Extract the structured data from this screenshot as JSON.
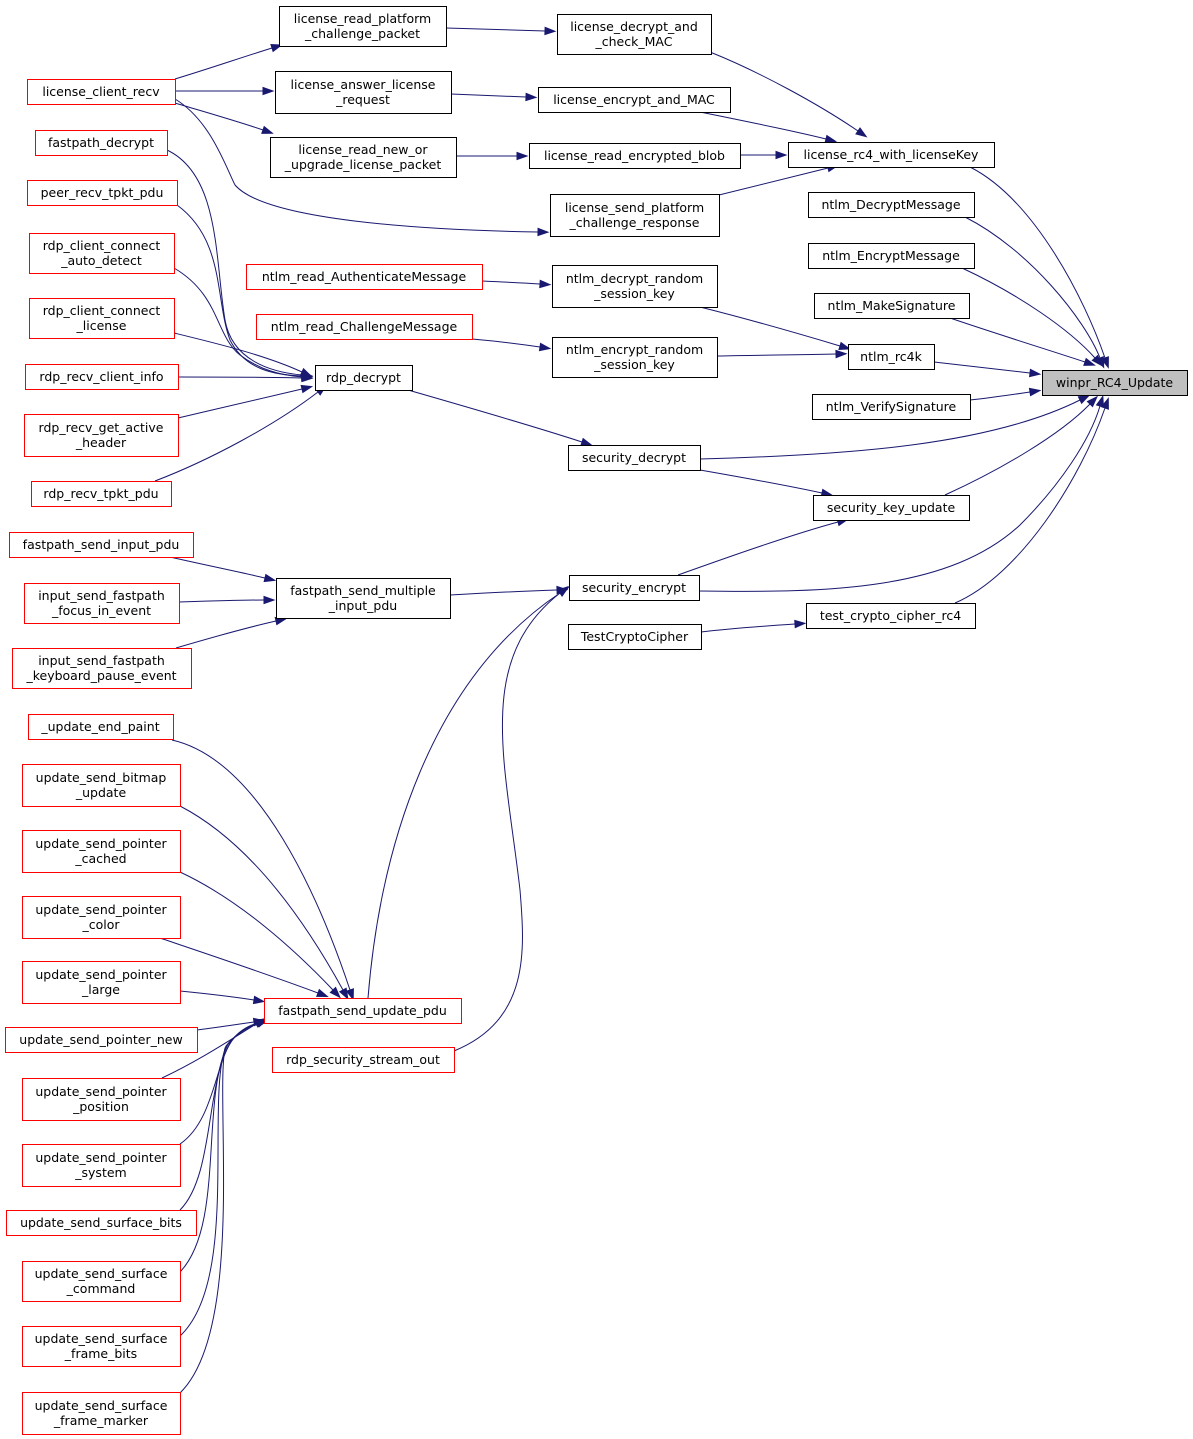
{
  "diagram": {
    "kind": "doxygen-caller-graph",
    "colors": {
      "edge": "#191970",
      "documented_border": "#000000",
      "undocumented_border": "#ff0000",
      "root_fill": "#bfbfbf"
    },
    "nodes": [
      {
        "id": "winpr_RC4_Update",
        "lines": [
          "winpr_RC4_Update"
        ],
        "style": "root"
      },
      {
        "id": "license_rc4_with_licenseKey",
        "lines": [
          "license_rc4_with_licenseKey"
        ],
        "style": "black"
      },
      {
        "id": "license_decrypt_and_check_MAC",
        "lines": [
          "license_decrypt_and",
          "_check_MAC"
        ],
        "style": "black"
      },
      {
        "id": "license_encrypt_and_MAC",
        "lines": [
          "license_encrypt_and_MAC"
        ],
        "style": "black"
      },
      {
        "id": "license_read_encrypted_blob",
        "lines": [
          "license_read_encrypted_blob"
        ],
        "style": "black"
      },
      {
        "id": "license_send_platform_challenge_response",
        "lines": [
          "license_send_platform",
          "_challenge_response"
        ],
        "style": "black"
      },
      {
        "id": "license_read_platform_challenge_packet",
        "lines": [
          "license_read_platform",
          "_challenge_packet"
        ],
        "style": "black"
      },
      {
        "id": "license_answer_license_request",
        "lines": [
          "license_answer_license",
          "_request"
        ],
        "style": "black"
      },
      {
        "id": "license_read_new_or_upgrade_license_packet",
        "lines": [
          "license_read_new_or",
          "_upgrade_license_packet"
        ],
        "style": "black"
      },
      {
        "id": "license_client_recv",
        "lines": [
          "license_client_recv"
        ],
        "style": "red"
      },
      {
        "id": "ntlm_DecryptMessage",
        "lines": [
          "ntlm_DecryptMessage"
        ],
        "style": "black"
      },
      {
        "id": "ntlm_EncryptMessage",
        "lines": [
          "ntlm_EncryptMessage"
        ],
        "style": "black"
      },
      {
        "id": "ntlm_MakeSignature",
        "lines": [
          "ntlm_MakeSignature"
        ],
        "style": "black"
      },
      {
        "id": "ntlm_rc4k",
        "lines": [
          "ntlm_rc4k"
        ],
        "style": "black"
      },
      {
        "id": "ntlm_VerifySignature",
        "lines": [
          "ntlm_VerifySignature"
        ],
        "style": "black"
      },
      {
        "id": "ntlm_decrypt_random_session_key",
        "lines": [
          "ntlm_decrypt_random",
          "_session_key"
        ],
        "style": "black"
      },
      {
        "id": "ntlm_encrypt_random_session_key",
        "lines": [
          "ntlm_encrypt_random",
          "_session_key"
        ],
        "style": "black"
      },
      {
        "id": "ntlm_read_AuthenticateMessage",
        "lines": [
          "ntlm_read_AuthenticateMessage"
        ],
        "style": "red"
      },
      {
        "id": "ntlm_read_ChallengeMessage",
        "lines": [
          "ntlm_read_ChallengeMessage"
        ],
        "style": "red"
      },
      {
        "id": "security_decrypt",
        "lines": [
          "security_decrypt"
        ],
        "style": "black"
      },
      {
        "id": "security_key_update",
        "lines": [
          "security_key_update"
        ],
        "style": "black"
      },
      {
        "id": "security_encrypt",
        "lines": [
          "security_encrypt"
        ],
        "style": "black"
      },
      {
        "id": "test_crypto_cipher_rc4",
        "lines": [
          "test_crypto_cipher_rc4"
        ],
        "style": "black"
      },
      {
        "id": "TestCryptoCipher",
        "lines": [
          "TestCryptoCipher"
        ],
        "style": "black"
      },
      {
        "id": "rdp_decrypt",
        "lines": [
          "rdp_decrypt"
        ],
        "style": "black"
      },
      {
        "id": "fastpath_decrypt",
        "lines": [
          "fastpath_decrypt"
        ],
        "style": "red"
      },
      {
        "id": "peer_recv_tpkt_pdu",
        "lines": [
          "peer_recv_tpkt_pdu"
        ],
        "style": "red"
      },
      {
        "id": "rdp_client_connect_auto_detect",
        "lines": [
          "rdp_client_connect",
          "_auto_detect"
        ],
        "style": "red"
      },
      {
        "id": "rdp_client_connect_license",
        "lines": [
          "rdp_client_connect",
          "_license"
        ],
        "style": "red"
      },
      {
        "id": "rdp_recv_client_info",
        "lines": [
          "rdp_recv_client_info"
        ],
        "style": "red"
      },
      {
        "id": "rdp_recv_get_active_header",
        "lines": [
          "rdp_recv_get_active",
          "_header"
        ],
        "style": "red"
      },
      {
        "id": "rdp_recv_tpkt_pdu",
        "lines": [
          "rdp_recv_tpkt_pdu"
        ],
        "style": "red"
      },
      {
        "id": "fastpath_send_multiple_input_pdu",
        "lines": [
          "fastpath_send_multiple",
          "_input_pdu"
        ],
        "style": "black"
      },
      {
        "id": "fastpath_send_input_pdu",
        "lines": [
          "fastpath_send_input_pdu"
        ],
        "style": "red"
      },
      {
        "id": "input_send_fastpath_focus_in_event",
        "lines": [
          "input_send_fastpath",
          "_focus_in_event"
        ],
        "style": "red"
      },
      {
        "id": "input_send_fastpath_keyboard_pause_event",
        "lines": [
          "input_send_fastpath",
          "_keyboard_pause_event"
        ],
        "style": "red"
      },
      {
        "id": "fastpath_send_update_pdu",
        "lines": [
          "fastpath_send_update_pdu"
        ],
        "style": "red"
      },
      {
        "id": "rdp_security_stream_out",
        "lines": [
          "rdp_security_stream_out"
        ],
        "style": "red"
      },
      {
        "id": "_update_end_paint",
        "lines": [
          "_update_end_paint"
        ],
        "style": "red"
      },
      {
        "id": "update_send_bitmap_update",
        "lines": [
          "update_send_bitmap",
          "_update"
        ],
        "style": "red"
      },
      {
        "id": "update_send_pointer_cached",
        "lines": [
          "update_send_pointer",
          "_cached"
        ],
        "style": "red"
      },
      {
        "id": "update_send_pointer_color",
        "lines": [
          "update_send_pointer",
          "_color"
        ],
        "style": "red"
      },
      {
        "id": "update_send_pointer_large",
        "lines": [
          "update_send_pointer",
          "_large"
        ],
        "style": "red"
      },
      {
        "id": "update_send_pointer_new",
        "lines": [
          "update_send_pointer_new"
        ],
        "style": "red"
      },
      {
        "id": "update_send_pointer_position",
        "lines": [
          "update_send_pointer",
          "_position"
        ],
        "style": "red"
      },
      {
        "id": "update_send_pointer_system",
        "lines": [
          "update_send_pointer",
          "_system"
        ],
        "style": "red"
      },
      {
        "id": "update_send_surface_bits",
        "lines": [
          "update_send_surface_bits"
        ],
        "style": "red"
      },
      {
        "id": "update_send_surface_command",
        "lines": [
          "update_send_surface",
          "_command"
        ],
        "style": "red"
      },
      {
        "id": "update_send_surface_frame_bits",
        "lines": [
          "update_send_surface",
          "_frame_bits"
        ],
        "style": "red"
      },
      {
        "id": "update_send_surface_frame_marker",
        "lines": [
          "update_send_surface",
          "_frame_marker"
        ],
        "style": "red"
      }
    ],
    "edges": [
      {
        "from": "license_rc4_with_licenseKey",
        "to": "winpr_RC4_Update"
      },
      {
        "from": "ntlm_DecryptMessage",
        "to": "winpr_RC4_Update"
      },
      {
        "from": "ntlm_EncryptMessage",
        "to": "winpr_RC4_Update"
      },
      {
        "from": "ntlm_MakeSignature",
        "to": "winpr_RC4_Update"
      },
      {
        "from": "ntlm_rc4k",
        "to": "winpr_RC4_Update"
      },
      {
        "from": "ntlm_VerifySignature",
        "to": "winpr_RC4_Update"
      },
      {
        "from": "security_decrypt",
        "to": "winpr_RC4_Update"
      },
      {
        "from": "security_key_update",
        "to": "winpr_RC4_Update"
      },
      {
        "from": "security_encrypt",
        "to": "winpr_RC4_Update"
      },
      {
        "from": "test_crypto_cipher_rc4",
        "to": "winpr_RC4_Update"
      },
      {
        "from": "license_decrypt_and_check_MAC",
        "to": "license_rc4_with_licenseKey"
      },
      {
        "from": "license_encrypt_and_MAC",
        "to": "license_rc4_with_licenseKey"
      },
      {
        "from": "license_read_encrypted_blob",
        "to": "license_rc4_with_licenseKey"
      },
      {
        "from": "license_send_platform_challenge_response",
        "to": "license_rc4_with_licenseKey"
      },
      {
        "from": "license_read_platform_challenge_packet",
        "to": "license_decrypt_and_check_MAC"
      },
      {
        "from": "license_answer_license_request",
        "to": "license_encrypt_and_MAC"
      },
      {
        "from": "license_read_new_or_upgrade_license_packet",
        "to": "license_read_encrypted_blob"
      },
      {
        "from": "license_client_recv",
        "to": "license_read_platform_challenge_packet"
      },
      {
        "from": "license_client_recv",
        "to": "license_answer_license_request"
      },
      {
        "from": "license_client_recv",
        "to": "license_read_new_or_upgrade_license_packet"
      },
      {
        "from": "license_client_recv",
        "to": "license_send_platform_challenge_response"
      },
      {
        "from": "ntlm_decrypt_random_session_key",
        "to": "ntlm_rc4k"
      },
      {
        "from": "ntlm_encrypt_random_session_key",
        "to": "ntlm_rc4k"
      },
      {
        "from": "ntlm_read_AuthenticateMessage",
        "to": "ntlm_decrypt_random_session_key"
      },
      {
        "from": "ntlm_read_ChallengeMessage",
        "to": "ntlm_encrypt_random_session_key"
      },
      {
        "from": "rdp_decrypt",
        "to": "security_decrypt"
      },
      {
        "from": "security_decrypt",
        "to": "security_key_update"
      },
      {
        "from": "security_encrypt",
        "to": "security_key_update"
      },
      {
        "from": "TestCryptoCipher",
        "to": "test_crypto_cipher_rc4"
      },
      {
        "from": "fastpath_decrypt",
        "to": "rdp_decrypt"
      },
      {
        "from": "peer_recv_tpkt_pdu",
        "to": "rdp_decrypt"
      },
      {
        "from": "rdp_client_connect_auto_detect",
        "to": "rdp_decrypt"
      },
      {
        "from": "rdp_client_connect_license",
        "to": "rdp_decrypt"
      },
      {
        "from": "rdp_recv_client_info",
        "to": "rdp_decrypt"
      },
      {
        "from": "rdp_recv_get_active_header",
        "to": "rdp_decrypt"
      },
      {
        "from": "rdp_recv_tpkt_pdu",
        "to": "rdp_decrypt"
      },
      {
        "from": "fastpath_send_multiple_input_pdu",
        "to": "security_encrypt"
      },
      {
        "from": "fastpath_send_update_pdu",
        "to": "security_encrypt"
      },
      {
        "from": "rdp_security_stream_out",
        "to": "security_encrypt"
      },
      {
        "from": "fastpath_send_input_pdu",
        "to": "fastpath_send_multiple_input_pdu"
      },
      {
        "from": "input_send_fastpath_focus_in_event",
        "to": "fastpath_send_multiple_input_pdu"
      },
      {
        "from": "input_send_fastpath_keyboard_pause_event",
        "to": "fastpath_send_multiple_input_pdu"
      },
      {
        "from": "_update_end_paint",
        "to": "fastpath_send_update_pdu"
      },
      {
        "from": "update_send_bitmap_update",
        "to": "fastpath_send_update_pdu"
      },
      {
        "from": "update_send_pointer_cached",
        "to": "fastpath_send_update_pdu"
      },
      {
        "from": "update_send_pointer_color",
        "to": "fastpath_send_update_pdu"
      },
      {
        "from": "update_send_pointer_large",
        "to": "fastpath_send_update_pdu"
      },
      {
        "from": "update_send_pointer_new",
        "to": "fastpath_send_update_pdu"
      },
      {
        "from": "update_send_pointer_position",
        "to": "fastpath_send_update_pdu"
      },
      {
        "from": "update_send_pointer_system",
        "to": "fastpath_send_update_pdu"
      },
      {
        "from": "update_send_surface_bits",
        "to": "fastpath_send_update_pdu"
      },
      {
        "from": "update_send_surface_command",
        "to": "fastpath_send_update_pdu"
      },
      {
        "from": "update_send_surface_frame_bits",
        "to": "fastpath_send_update_pdu"
      },
      {
        "from": "update_send_surface_frame_marker",
        "to": "fastpath_send_update_pdu"
      }
    ]
  }
}
